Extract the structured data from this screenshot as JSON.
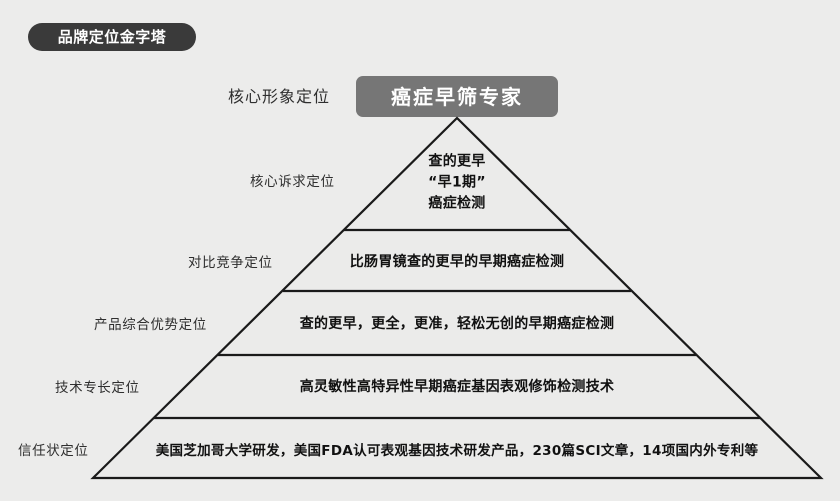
{
  "badge": {
    "label": "品牌定位金字塔"
  },
  "core": {
    "label": "核心形象定位",
    "box_text": "癌症早筛专家"
  },
  "colors": {
    "background": "#ececeb",
    "badge_bg": "#3a3a3a",
    "core_box_bg": "#767676",
    "outline": "#1a1a1a",
    "label_text": "#2f2f2f",
    "content_text": "#111111"
  },
  "tiers": [
    {
      "label": "核心诉求定位",
      "lines": [
        "查的更早",
        "“早1期”",
        "癌症检测"
      ]
    },
    {
      "label": "对比竞争定位",
      "lines": [
        "比肠胃镜查的更早的早期癌症检测"
      ]
    },
    {
      "label": "产品综合优势定位",
      "lines": [
        "查的更早，更全，更准，轻松无创的早期癌症检测"
      ]
    },
    {
      "label": "技术专长定位",
      "lines": [
        "高灵敏性高特异性早期癌症基因表观修饰检测技术"
      ]
    },
    {
      "label": "信任状定位",
      "lines": [
        "美国芝加哥大学研发，美国FDA认可表观基因技术研发产品，230篇SCI文章，14项国内外专利等"
      ]
    }
  ]
}
